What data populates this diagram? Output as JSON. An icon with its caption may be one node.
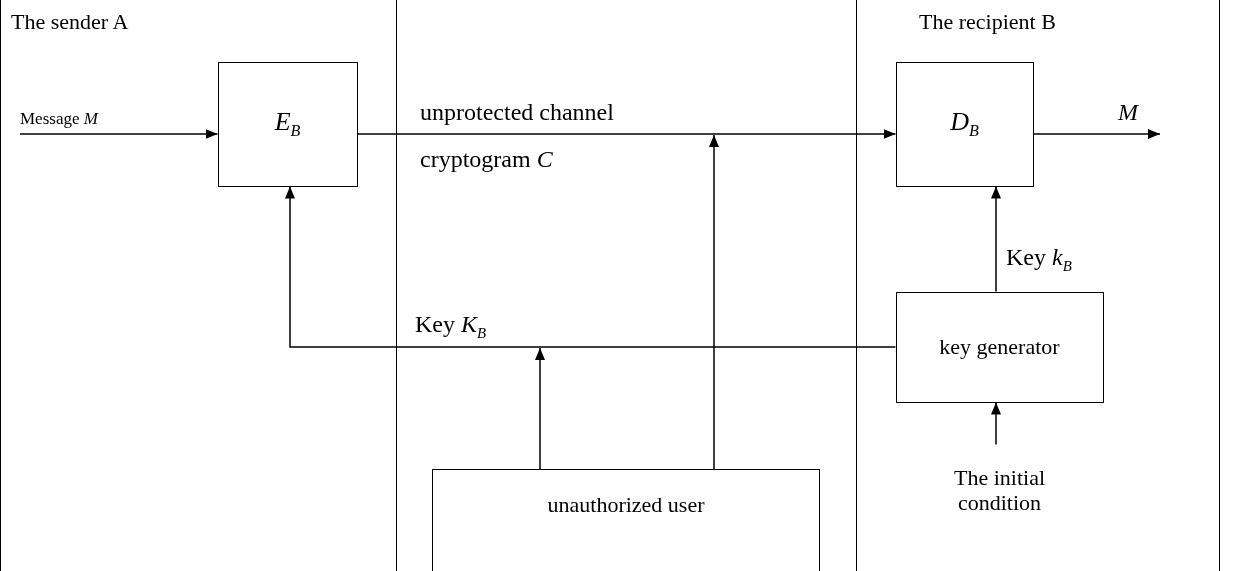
{
  "diagram": {
    "nodes": [
      {
        "text": [
          "The sender A"
        ]
      },
      {
        "text": [
          "*E*$_{B}$"
        ],
        "in": 0
      },
      {
        "text": [
          "The recipient B"
        ]
      },
      {
        "text": [
          "*D*$_{B}$"
        ],
        "in": 2
      },
      {
        "text": [
          "key generator"
        ],
        "in": 2
      },
      {
        "text": [
          "The initial condition"
        ],
        "in": 2
      },
      {
        "text": [
          "unauthorized user"
        ]
      }
    ],
    "edges": [
      {
        "from": null,
        "to": 1,
        "arrow": "to",
        "label": "Message *M*"
      },
      {
        "from": 1,
        "to": 3,
        "arrow": "to",
        "label": "unprotected channel"
      },
      {
        "from": 3,
        "to": null,
        "arrow": "to",
        "label": "*M*"
      },
      {
        "from": 6,
        "to": null,
        "arrow": "to"
      },
      {
        "from": 6,
        "to": null,
        "arrow": "to"
      },
      {
        "from": 4,
        "to": 1,
        "arrow": "to",
        "label": "Key *K*$_{B}$"
      },
      {
        "from": 4,
        "to": 3,
        "arrow": "to",
        "label": "Key *k*$_{B}$"
      },
      {
        "from": 5,
        "to": 4,
        "arrow": "to"
      }
    ],
    "labels": [
      "cryptogram *C*"
    ]
  }
}
